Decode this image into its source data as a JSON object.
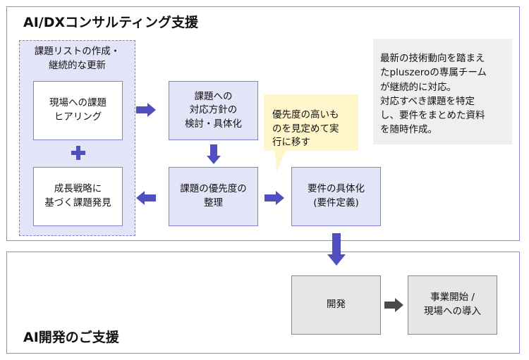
{
  "sections": {
    "consulting_title": "AI/DXコンサルティング支援",
    "dev_title": "AI開発のご支援"
  },
  "issue_group": {
    "title_line1": "課題リストの作成・",
    "title_line2": "継続的な更新",
    "hearing_line1": "現場への課題",
    "hearing_line2": "ヒアリング",
    "plus": "+",
    "strategy_line1": "成長戦略に",
    "strategy_line2": "基づく課題発見"
  },
  "policy": {
    "line1": "課題への",
    "line2": "対応方針の",
    "line3": "検討・具体化"
  },
  "priority": {
    "line1": "課題の優先度の",
    "line2": "整理"
  },
  "requirements": {
    "line1": "要件の具体化",
    "line2": "(要件定義)"
  },
  "callout": {
    "line1": "優先度の高いも",
    "line2": "のを見定めて実",
    "line3": "行に移す"
  },
  "info_note": {
    "line1": "最新の技術動向を踏まえ",
    "line2": "たpluszeroの専属チーム",
    "line3": "が継続的に対応。",
    "line4": "対応すべき課題を特定",
    "line5": "し、要件をまとめた資料",
    "line6": "を随時作成。"
  },
  "development": {
    "dev_label": "開発",
    "launch_line1": "事業開始 /",
    "launch_line2": "現場への導入"
  },
  "colors": {
    "accent": "#4f4fc0",
    "panel_border": "#8a8ad8",
    "light_purple": "#e4e4f8",
    "callout_yellow": "#fff6cc",
    "note_gray": "#efefef",
    "dev_gray": "#e6e6e6",
    "dark_arrow": "#4a4a4a"
  }
}
